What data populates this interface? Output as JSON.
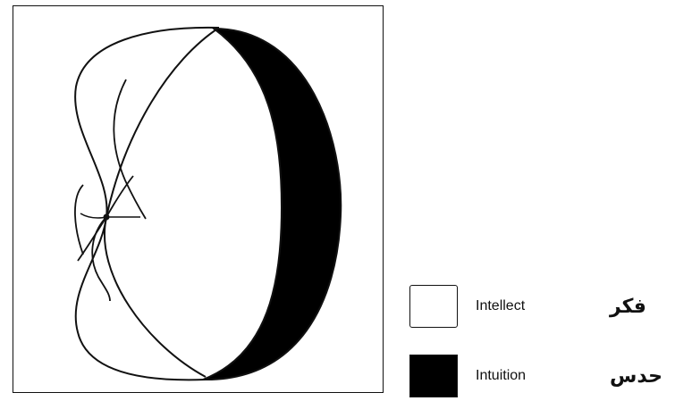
{
  "legend": {
    "items": [
      {
        "label": "Intellect",
        "label_arabic": "فكر",
        "fill": "#ffffff"
      },
      {
        "label": "Intuition",
        "label_arabic": "حدس",
        "fill": "#000000"
      }
    ]
  },
  "colors": {
    "line": "#111111",
    "background": "#ffffff"
  }
}
